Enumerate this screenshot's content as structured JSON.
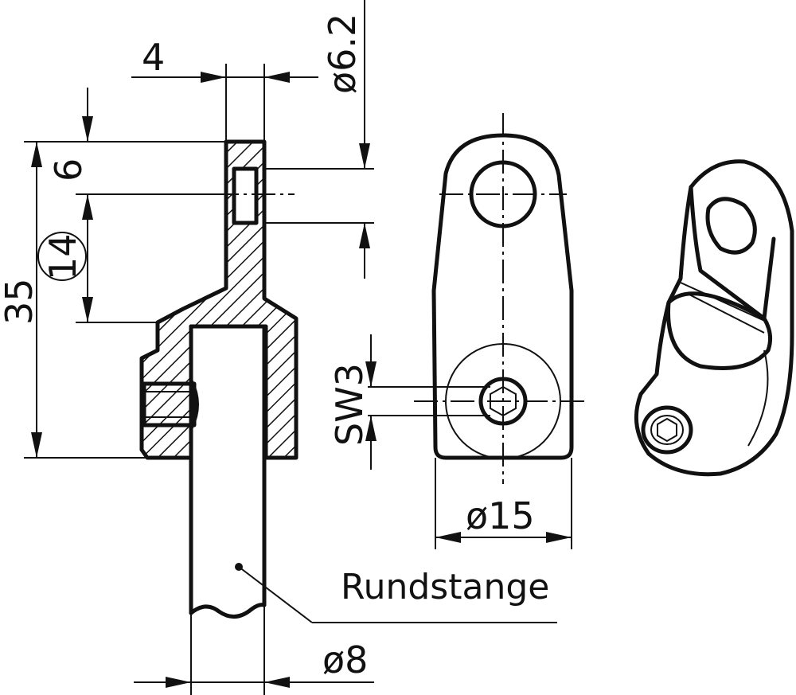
{
  "dimensions": {
    "width_4": "4",
    "dia_6_2": "ø6.2",
    "height_6": "6",
    "height_14": "14",
    "height_35": "35",
    "sw3": "SW3",
    "dia_15": "ø15",
    "dia_8": "ø8"
  },
  "labels": {
    "rod": "Rundstange"
  }
}
